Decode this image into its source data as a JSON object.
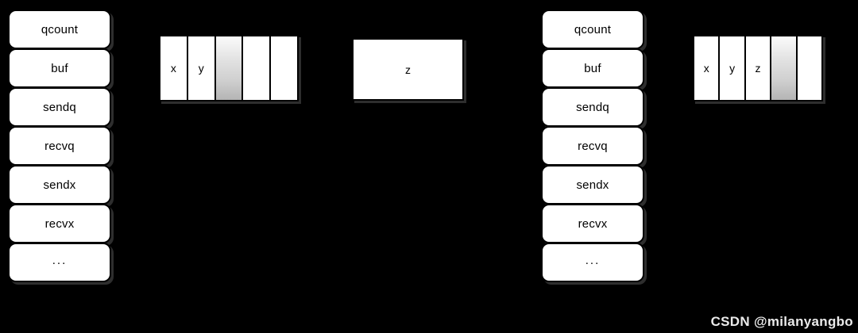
{
  "page": {
    "background_color": "#000000",
    "box_fill": "#ffffff",
    "box_stroke": "#000000",
    "shaded_fill_top": "#fbfbfb",
    "shaded_fill_bottom": "#b4b4b4",
    "watermark": "CSDN @milanyangbo"
  },
  "structs": [
    {
      "name": "hchan-left",
      "fields": [
        {
          "label": "qcount"
        },
        {
          "label": "buf"
        },
        {
          "label": "sendq"
        },
        {
          "label": "recvq"
        },
        {
          "label": "sendx"
        },
        {
          "label": "recvx"
        },
        {
          "label": "..."
        }
      ]
    },
    {
      "name": "hchan-right",
      "fields": [
        {
          "label": "qcount"
        },
        {
          "label": "buf"
        },
        {
          "label": "sendq"
        },
        {
          "label": "recvq"
        },
        {
          "label": "sendx"
        },
        {
          "label": "recvx"
        },
        {
          "label": "..."
        }
      ]
    }
  ],
  "buffers": [
    {
      "name": "ring-buffer-left",
      "cells": [
        {
          "label": "x",
          "shaded": false
        },
        {
          "label": "y",
          "shaded": false
        },
        {
          "label": "",
          "shaded": true
        },
        {
          "label": "",
          "shaded": false
        },
        {
          "label": "",
          "shaded": false
        }
      ]
    },
    {
      "name": "ring-buffer-right",
      "cells": [
        {
          "label": "x",
          "shaded": false
        },
        {
          "label": "y",
          "shaded": false
        },
        {
          "label": "z",
          "shaded": false
        },
        {
          "label": "",
          "shaded": true
        },
        {
          "label": "",
          "shaded": false
        }
      ]
    }
  ],
  "value_box": {
    "name": "value-box-z",
    "label": "z"
  }
}
